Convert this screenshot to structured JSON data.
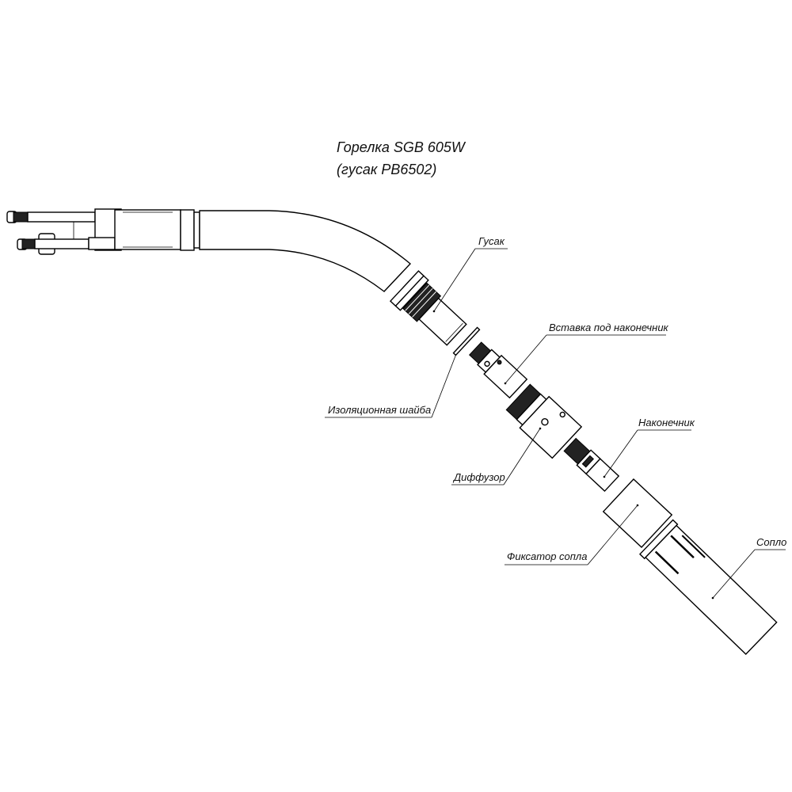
{
  "title": {
    "line1": "Горелка SGB 605W",
    "line2": "(гусак PB6502)"
  },
  "labels": {
    "gooseneck": "Гусак",
    "tip_insert": "Вставка под наконечник",
    "insulating_washer": "Изоляционная шайба",
    "diffuser": "Диффузор",
    "contact_tip": "Наконечник",
    "nozzle_retainer": "Фиксатор сопла",
    "nozzle": "Сопло"
  }
}
